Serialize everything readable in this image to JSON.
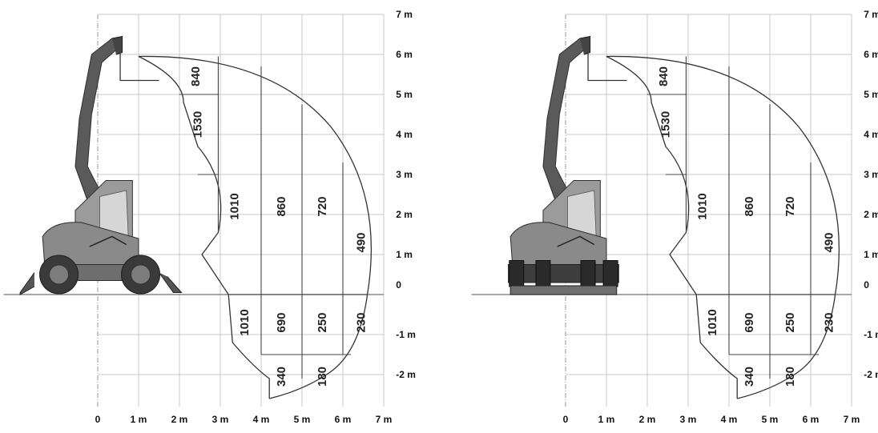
{
  "diagram": {
    "x_axis_labels": [
      "0",
      "1 m",
      "2 m",
      "3 m",
      "4 m",
      "5 m",
      "6 m",
      "7 m"
    ],
    "y_axis_labels": [
      {
        "value": 7,
        "label": "7 m"
      },
      {
        "value": 6,
        "label": "6 m"
      },
      {
        "value": 5,
        "label": "5 m"
      },
      {
        "value": 4,
        "label": "4 m"
      },
      {
        "value": 3,
        "label": "3 m"
      },
      {
        "value": 2,
        "label": "2 m"
      },
      {
        "value": 1,
        "label": "1 m"
      },
      {
        "value": 0,
        "label": "0"
      },
      {
        "value": -1,
        "label": "-1 m"
      },
      {
        "value": -2,
        "label": "-2 m"
      }
    ],
    "panels": [
      {
        "undercarriage": "wheeled",
        "zone_values": [
          {
            "value": "840",
            "x": 2.4,
            "y": 5.45
          },
          {
            "value": "1530",
            "x": 2.45,
            "y": 4.25
          },
          {
            "value": "1010",
            "x": 3.35,
            "y": 2.2
          },
          {
            "value": "860",
            "x": 4.5,
            "y": 2.2
          },
          {
            "value": "720",
            "x": 5.5,
            "y": 2.2
          },
          {
            "value": "490",
            "x": 6.45,
            "y": 1.3
          },
          {
            "value": "1010",
            "x": 3.6,
            "y": -0.7
          },
          {
            "value": "690",
            "x": 4.5,
            "y": -0.7
          },
          {
            "value": "250",
            "x": 5.5,
            "y": -0.7
          },
          {
            "value": "230",
            "x": 6.45,
            "y": -0.7
          },
          {
            "value": "340",
            "x": 4.5,
            "y": -2.05
          },
          {
            "value": "180",
            "x": 5.5,
            "y": -2.05
          }
        ]
      },
      {
        "undercarriage": "outrigger",
        "zone_values": [
          {
            "value": "840",
            "x": 2.4,
            "y": 5.45
          },
          {
            "value": "1530",
            "x": 2.45,
            "y": 4.25
          },
          {
            "value": "1010",
            "x": 3.35,
            "y": 2.2
          },
          {
            "value": "860",
            "x": 4.5,
            "y": 2.2
          },
          {
            "value": "720",
            "x": 5.5,
            "y": 2.2
          },
          {
            "value": "490",
            "x": 6.45,
            "y": 1.3
          },
          {
            "value": "1010",
            "x": 3.6,
            "y": -0.7
          },
          {
            "value": "690",
            "x": 4.5,
            "y": -0.7
          },
          {
            "value": "250",
            "x": 5.5,
            "y": -0.7
          },
          {
            "value": "230",
            "x": 6.45,
            "y": -0.7
          },
          {
            "value": "340",
            "x": 4.5,
            "y": -2.05
          },
          {
            "value": "180",
            "x": 5.5,
            "y": -2.05
          }
        ]
      }
    ]
  }
}
